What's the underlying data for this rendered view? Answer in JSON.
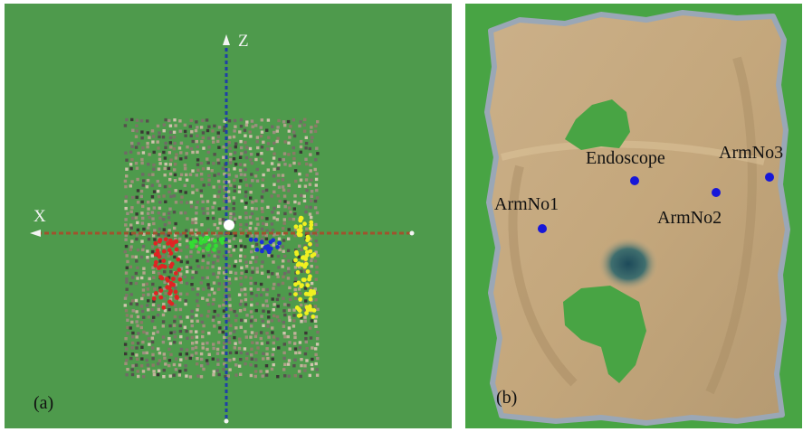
{
  "panel_a": {
    "label": "(a)",
    "axis_z_label": "Z",
    "axis_x_label": "X",
    "colors": {
      "background": "#4e9a4c",
      "red": "#e02424",
      "green": "#33dd33",
      "blue": "#1a2fd6",
      "yellow": "#f0f020",
      "z_axis": "#1f3fa8",
      "x_axis": "#a0522d"
    }
  },
  "panel_b": {
    "label": "(b)",
    "markers": [
      {
        "name": "Endoscope"
      },
      {
        "name": "ArmNo1"
      },
      {
        "name": "ArmNo2"
      },
      {
        "name": "ArmNo3"
      }
    ],
    "colors": {
      "background": "#48a444",
      "marker": "#1717d8",
      "surface": "#c8ad83"
    }
  }
}
